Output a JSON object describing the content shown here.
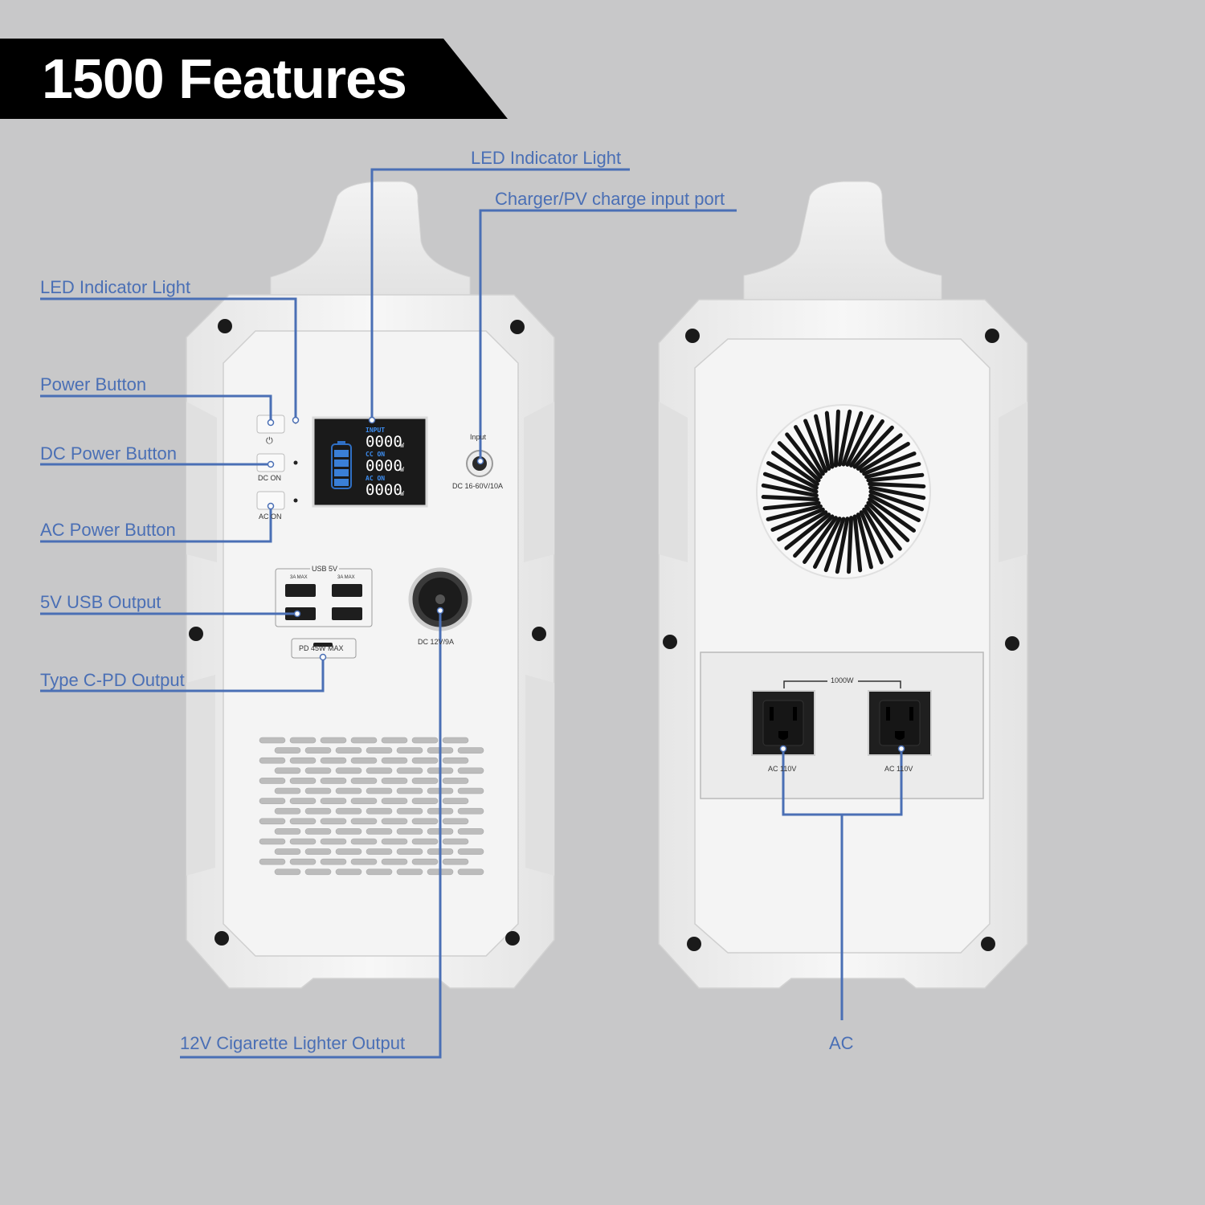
{
  "banner": {
    "title": "1500 Features"
  },
  "callouts": {
    "led_top": "LED Indicator Light",
    "charger_input": "Charger/PV charge input port",
    "led_left": "LED Indicator Light",
    "power_button": "Power Button",
    "dc_power_button": "DC Power Button",
    "ac_power_button": "AC Power Button",
    "usb_output": "5V USB Output",
    "type_c_output": "Type C-PD Output",
    "cig_lighter_output": "12V Cigarette Lighter Output",
    "ac": "AC"
  },
  "front_panel": {
    "power_symbol": "⏻",
    "dc_on": "DC ON",
    "ac_on": "AC ON",
    "input_label": "Input",
    "input_spec": "DC 16-60V/10A",
    "usb_header": "USB 5V",
    "usb_max_left": "3A MAX",
    "usb_max_right": "3A MAX",
    "pd_label": "PD 45W MAX",
    "dc_out_label": "DC 12V/9A",
    "lcd": {
      "input_label": "INPUT",
      "input_value": "0000",
      "cc_label": "CC  ON",
      "cc_value": "0000",
      "ac_label": "AC  ON",
      "ac_value": "0000",
      "unit": "W"
    }
  },
  "back_panel": {
    "ac_rating": "1000W",
    "outlet_left_label": "AC 110V",
    "outlet_right_label": "AC 110V"
  },
  "colors": {
    "background": "#c8c8c9",
    "callout_blue": "#4a6fb5",
    "unit_body": "#f2f2f2",
    "banner": "#000000"
  }
}
